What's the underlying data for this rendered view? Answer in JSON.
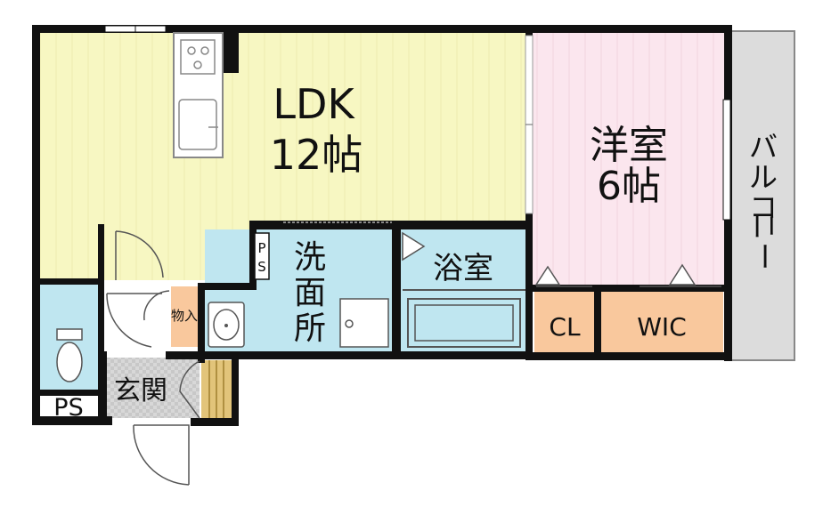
{
  "floorplan": {
    "rooms": {
      "ldk": {
        "name": "LDK",
        "size": "12帖"
      },
      "western": {
        "name": "洋室",
        "size": "6帖"
      },
      "bath": {
        "name": "浴室"
      },
      "washroom": {
        "chars": [
          "洗",
          "面",
          "所"
        ]
      },
      "cl": {
        "name": "CL"
      },
      "wic": {
        "name": "WIC"
      },
      "entrance": {
        "name": "玄関"
      },
      "storage": {
        "name": "物入"
      },
      "balcony": {
        "chars": [
          "バ",
          "ル",
          "コ",
          "ニ",
          "ー"
        ]
      },
      "ps_bottom": {
        "name": "PS"
      },
      "ps_small": {
        "chars": [
          "P",
          "S"
        ]
      }
    },
    "colors": {
      "ldk": "#f7f7c2",
      "western": "#fbe6ee",
      "wet": "#bfe6f0",
      "closet": "#f9c89d",
      "balcony": "#dcdcdc",
      "entrance": "#d6d6d6",
      "wall": "#111111"
    }
  }
}
